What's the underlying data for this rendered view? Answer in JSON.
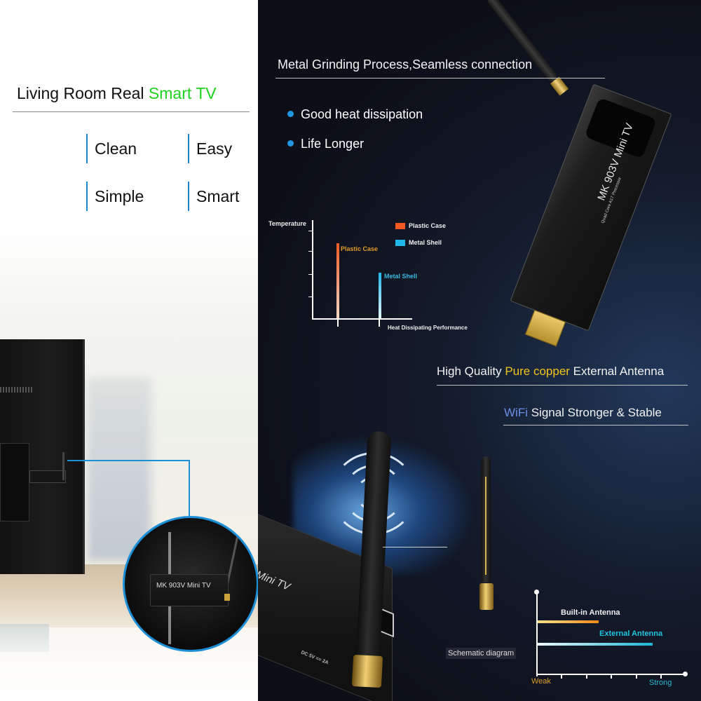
{
  "left_panel": {
    "title_prefix": "Living Room Real ",
    "title_highlight": "Smart TV",
    "features": [
      "Clean",
      "Easy",
      "Simple",
      "Smart"
    ],
    "accent_color": "#1a84c8",
    "highlight_color": "#1fd21f",
    "zoom_dongle_label": "MK 903V Mini TV"
  },
  "right_panel": {
    "header1": "Metal Grinding Process,Seamless connection",
    "bullets": [
      "Good heat dissipation",
      "Life Longer"
    ],
    "header2_prefix": "High Quality ",
    "header2_highlight": "Pure copper",
    "header2_suffix": " External Antenna",
    "header3_highlight": "WiFi",
    "header3_suffix": " Signal Stronger & Stable",
    "schematic_caption": "Schematic diagram",
    "device_label": "MK 903V Mini TV",
    "device_sublabel": "Quad Core A17 Processor",
    "lower_device_label": "Mini TV",
    "lower_device_port": "DC 5V == 2A"
  },
  "chart_data": [
    {
      "type": "bar",
      "title": "",
      "xlabel": "Heat Dissipating Performance",
      "ylabel": "Temperature",
      "categories": [
        "Plastic Case",
        "Metal Shell"
      ],
      "values": [
        3.3,
        2.0
      ],
      "colors": [
        "#f05a22",
        "#1fb6ea"
      ],
      "legend": [
        "Plastic Case",
        "Metal Shell"
      ],
      "legend_position": "top-right",
      "y_ticks": 4,
      "grid": false
    },
    {
      "type": "bar",
      "orientation": "horizontal",
      "title": "",
      "xlabel": "",
      "ylabel": "",
      "x_tick_labels": [
        "Weak",
        "Strong"
      ],
      "categories": [
        "Built-in Antenna",
        "External Antenna"
      ],
      "values": [
        2.4,
        4.6
      ],
      "xlim": [
        0,
        6
      ],
      "colors": [
        "#f08a1a",
        "#1fb6d8"
      ],
      "grid": false
    }
  ]
}
